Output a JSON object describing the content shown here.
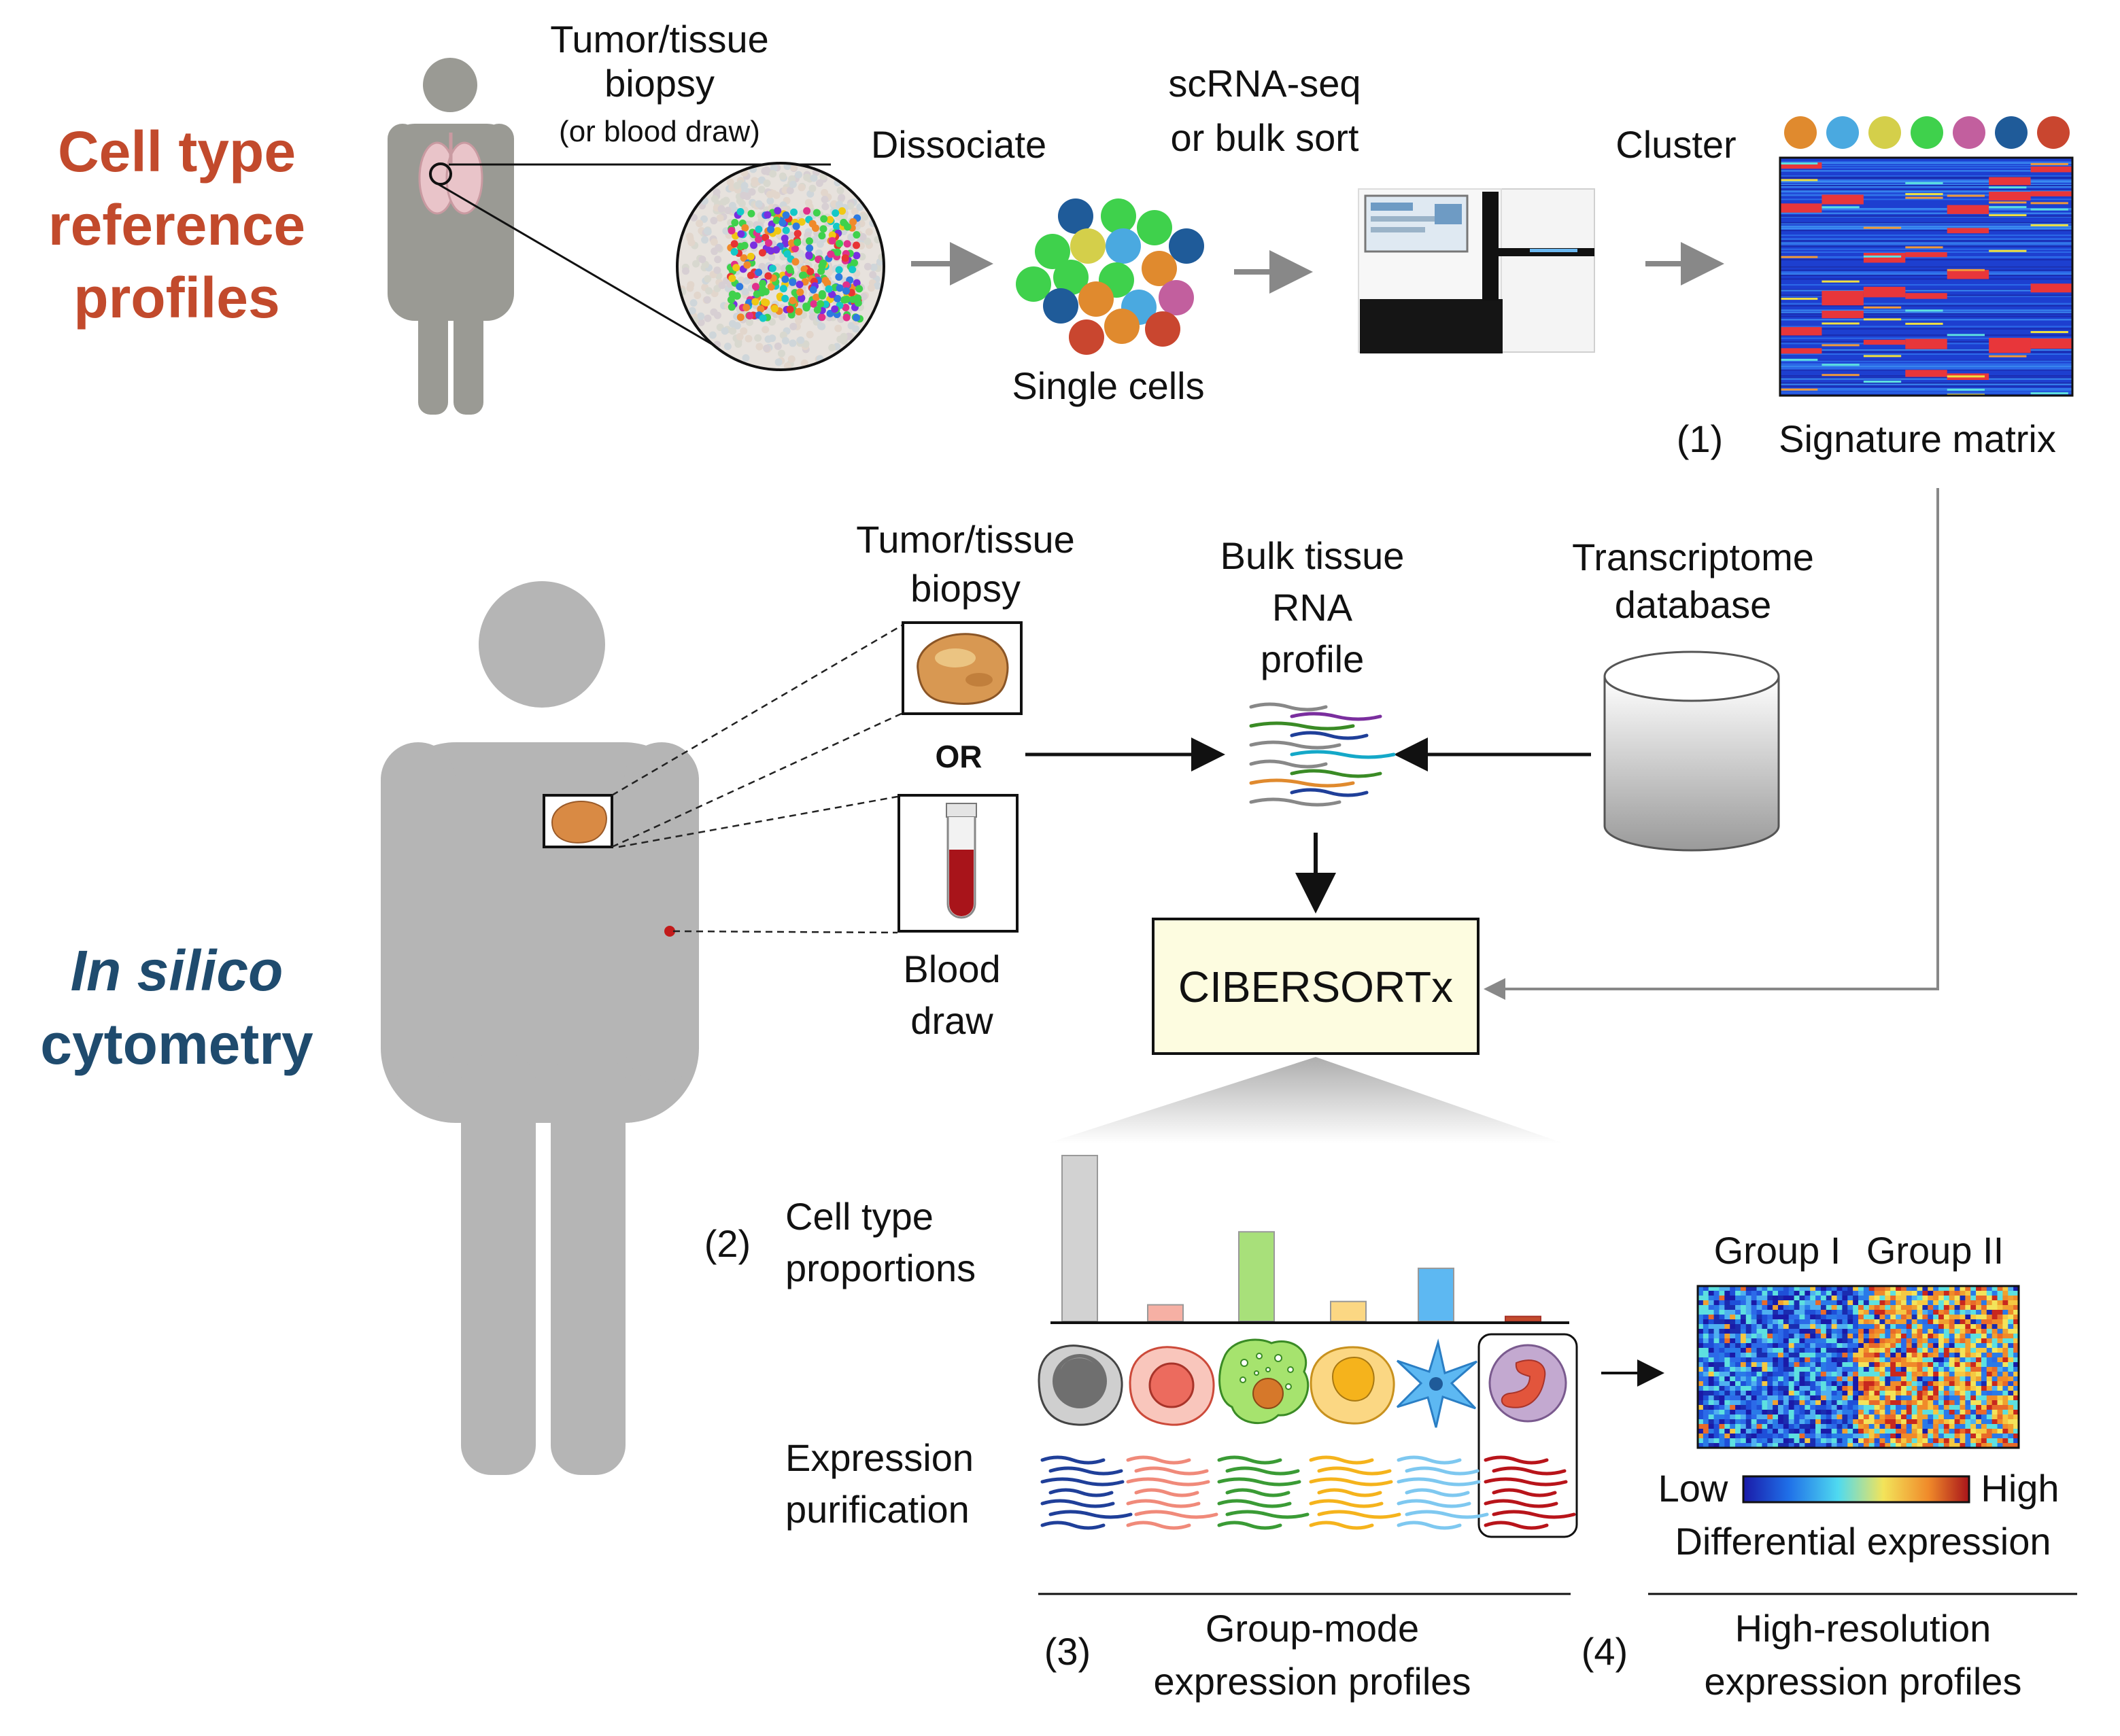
{
  "sections": {
    "top_heading": "Cell type\nreference\nprofiles",
    "bottom_heading_italic": "In silico",
    "bottom_heading_rest": "cytometry"
  },
  "colors": {
    "top_heading": "#c24a2c",
    "bottom_heading": "#1f4b6e",
    "figure_gray": "#9a9a94",
    "figure_light": "#b5b5b5",
    "cibersortx_box": "#fdfce0"
  },
  "top": {
    "biopsy_l1": "Tumor/tissue",
    "biopsy_l2": "biopsy",
    "biopsy_l3": "(or blood draw)",
    "dissociate": "Dissociate",
    "seq_l1": "scRNA-seq",
    "seq_l2": "or bulk sort",
    "single_cells": "Single cells",
    "cluster": "Cluster",
    "step1_num": "(1)",
    "step1_label": "Signature matrix",
    "cluster_colors": [
      "#e08a2e",
      "#4aa9e0",
      "#d4cf4a",
      "#3fd14c",
      "#c25f9e",
      "#1f5b99",
      "#c9462f"
    ]
  },
  "bottom": {
    "biopsy_l1": "Tumor/tissue",
    "biopsy_l2": "biopsy",
    "or": "OR",
    "blood_l1": "Blood",
    "blood_l2": "draw",
    "bulk_l1": "Bulk tissue",
    "bulk_l2": "RNA",
    "bulk_l3": "profile",
    "db_l1": "Transcriptome",
    "db_l2": "database",
    "cibersortx": "CIBERSORTx",
    "step2_num": "(2)",
    "step2_l1": "Cell type",
    "step2_l2": "proportions",
    "expr_l1": "Expression",
    "expr_l2": "purification",
    "step3_num": "(3)",
    "step3_l1": "Group-mode",
    "step3_l2": "expression profiles",
    "step4_num": "(4)",
    "step4_l1": "High-resolution",
    "step4_l2": "expression profiles",
    "group1": "Group I",
    "group2": "Group II",
    "low": "Low",
    "high": "High",
    "diff_expr": "Differential expression"
  },
  "chart_data": {
    "type": "bar",
    "categories": [
      "",
      "",
      "",
      "",
      "",
      ""
    ],
    "values": [
      100,
      10,
      54,
      12,
      32,
      3
    ],
    "colors": [
      "#d2d2d2",
      "#f6b0a4",
      "#a8e07a",
      "#fbd783",
      "#5db8f2",
      "#c24a2c"
    ],
    "ylim": [
      0,
      100
    ],
    "grid": false
  }
}
